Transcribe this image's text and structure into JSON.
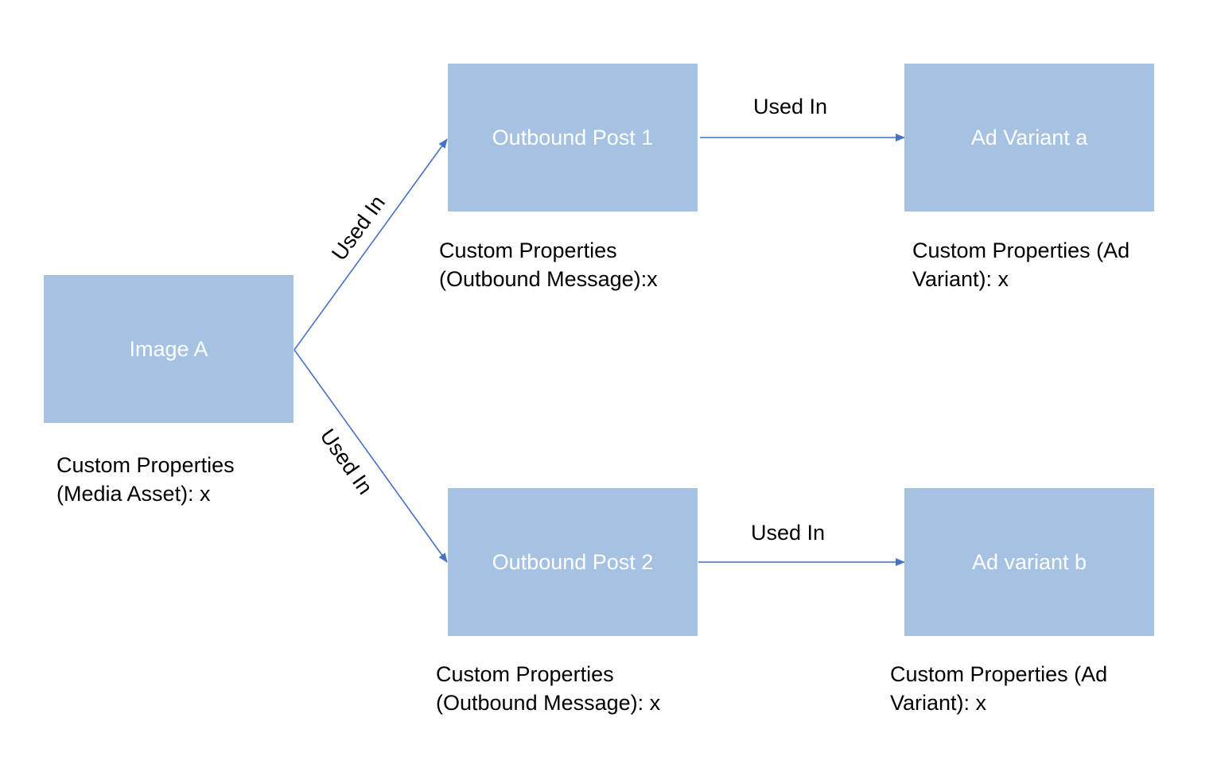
{
  "diagram": {
    "nodes": {
      "image_a": {
        "label": "Image A",
        "caption": "Custom Properties\n(Media Asset): x"
      },
      "outbound_post_1": {
        "label": "Outbound Post 1",
        "caption": "Custom Properties\n(Outbound Message):x"
      },
      "outbound_post_2": {
        "label": "Outbound Post 2",
        "caption": "Custom Properties\n(Outbound Message): x"
      },
      "ad_variant_a": {
        "label": "Ad Variant a",
        "caption": "Custom Properties (Ad\nVariant): x"
      },
      "ad_variant_b": {
        "label": "Ad variant b",
        "caption": "Custom Properties (Ad\nVariant): x"
      }
    },
    "edges": [
      {
        "from": "Image A",
        "to": "Outbound Post 1",
        "label": "Used In"
      },
      {
        "from": "Image A",
        "to": "Outbound Post 2",
        "label": "Used In"
      },
      {
        "from": "Outbound Post 1",
        "to": "Ad Variant a",
        "label": "Used In"
      },
      {
        "from": "Outbound Post 2",
        "to": "Ad variant b",
        "label": "Used In"
      }
    ]
  },
  "colors": {
    "node_fill": "#a5c2e2",
    "node_text": "#ffffff",
    "edge": "#4472c4",
    "caption_text": "#000000"
  }
}
